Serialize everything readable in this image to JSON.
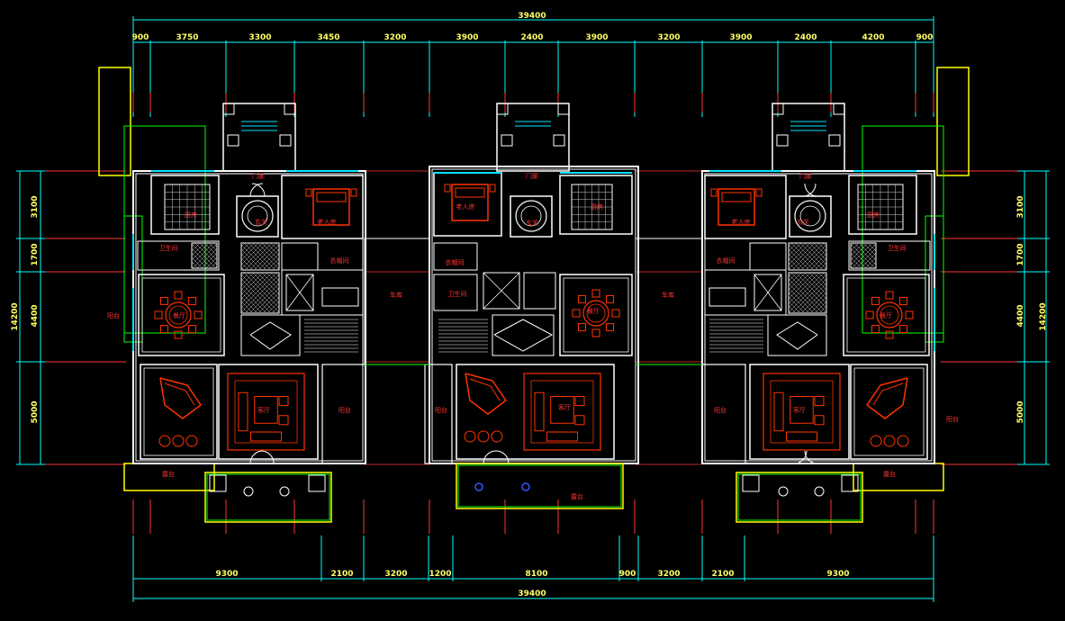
{
  "drawing": {
    "top_overall": "39400",
    "bottom_overall": "39400",
    "top_segments": [
      "900",
      "3750",
      "3300",
      "3450",
      "3200",
      "3900",
      "2400",
      "3900",
      "3200",
      "3900",
      "2400",
      "4200",
      "900"
    ],
    "bottom_segments": [
      "9300",
      "2100",
      "3200",
      "1200",
      "8100",
      "900",
      "3200",
      "2100",
      "9300"
    ],
    "left_overall": "14200",
    "right_overall": "14200",
    "left_segments": [
      "3100",
      "1700",
      "4400",
      "5000"
    ],
    "right_segments": [
      "3100",
      "1700",
      "4400",
      "5000"
    ]
  },
  "rooms": {
    "u1": [
      "门廊",
      "玄关",
      "老人房",
      "厨房",
      "卫生间",
      "衣帽间",
      "餐厅",
      "阳台",
      "客厅",
      "阳台",
      "露台"
    ],
    "u2": [
      "门廊",
      "玄关",
      "老人房",
      "厨房",
      "衣帽间",
      "卫生间",
      "餐厅",
      "阳台",
      "客厅",
      "露台"
    ],
    "u3": [
      "门廊",
      "玄关",
      "老人房",
      "厨房",
      "衣帽间",
      "卫生间",
      "餐厅",
      "阳台",
      "客厅",
      "阳台",
      "露台"
    ],
    "gaps": [
      "车库",
      "车库"
    ]
  },
  "colors": {
    "background": "#000000",
    "dimension": "#00ffff",
    "dimension_text": "#ffff66",
    "axis": "#ff3333",
    "wall": "#ffffff",
    "furniture": "#ff3300",
    "window": "#00e5ff",
    "terrace": "#ffff00",
    "outline": "#00ff00"
  }
}
